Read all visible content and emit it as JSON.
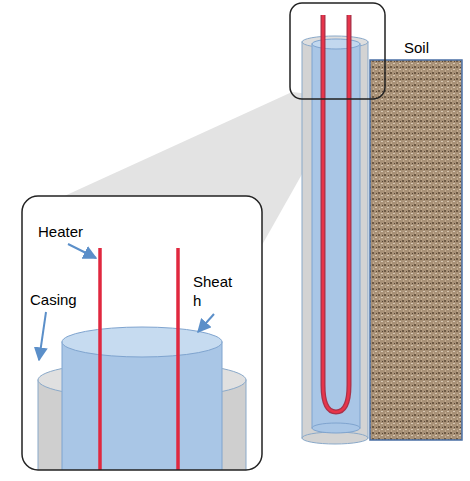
{
  "diagram": {
    "labels": [
      "Soil",
      "Heater",
      "Casing",
      "Sheat h"
    ]
  }
}
